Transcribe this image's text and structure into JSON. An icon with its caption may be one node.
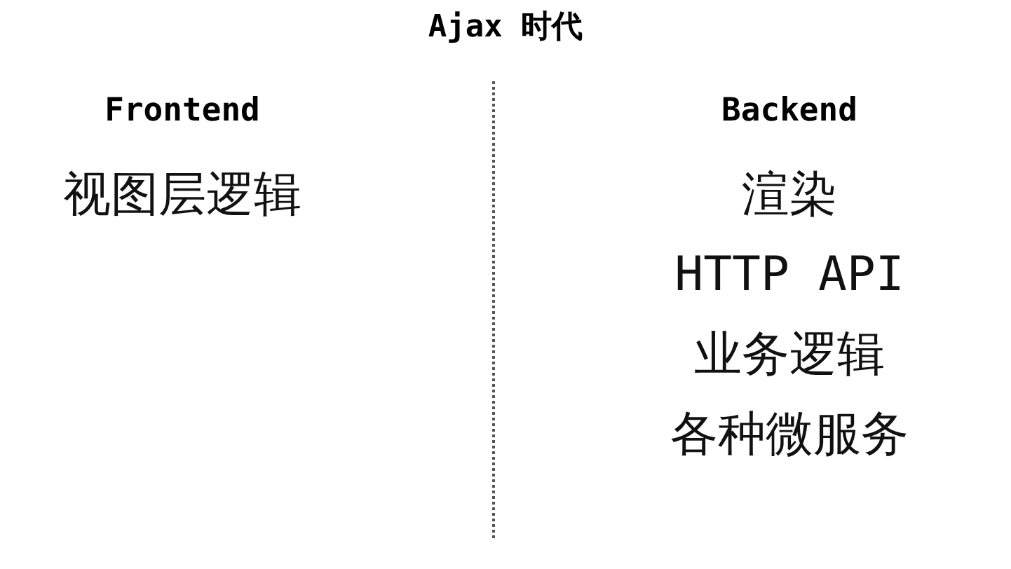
{
  "diagram": {
    "title": "Ajax 时代",
    "labels": [
      "Frontend",
      "视图层逻辑",
      "Backend",
      "渲染",
      "HTTP API",
      "业务逻辑",
      "各种微服务"
    ]
  }
}
